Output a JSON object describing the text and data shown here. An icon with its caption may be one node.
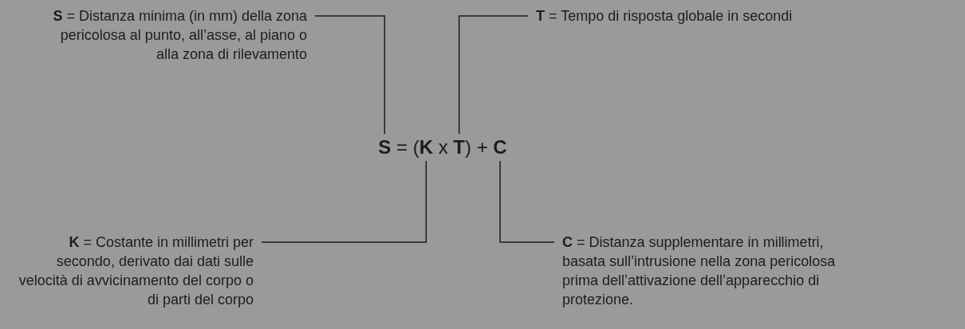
{
  "diagram": {
    "nodes": [
      {
        "text": [
          "**S** = Distanza minima (in mm) della zona pericolosa al punto, all’asse, al piano o alla zona di rilevamento"
        ]
      },
      {
        "text": [
          "**T** = Tempo di risposta globale in secondi"
        ]
      },
      {
        "text": [
          "**S** = (**K** x **T**) + **C**"
        ]
      },
      {
        "text": [
          "**K** = Costante in millimetri per secondo, derivato dai dati sulle velocità di avvicinamento del corpo o di parti del corpo"
        ]
      },
      {
        "text": [
          "**C** = Distanza supplementare in millimetri, basata sull’intrusione nella zona pericolosa prima dell’attivazione dell’apparecchio di protezione."
        ]
      }
    ],
    "edges": [
      {
        "from": 0,
        "to": 2,
        "arrow": "none"
      },
      {
        "from": 1,
        "to": 2,
        "arrow": "none"
      },
      {
        "from": 3,
        "to": 2,
        "arrow": "none"
      },
      {
        "from": 4,
        "to": 2,
        "arrow": "none"
      }
    ]
  }
}
